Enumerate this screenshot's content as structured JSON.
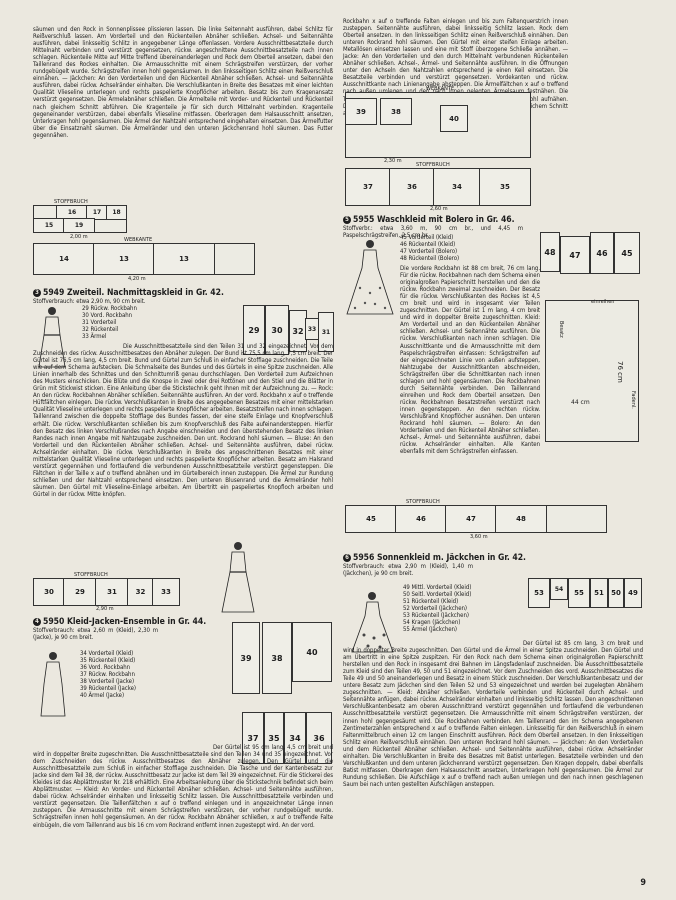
{
  "page_number": "9",
  "left_column": {
    "intro_text": "säumen und den Rock in Sonnenplissee plissieren lassen. Die linke Seitennaht ausführen, dabei Schlitz für Reißverschluß lassen. Am Vorderteil und den Rückenteilen Abnäher schließen. Achsel- und Seitennähte ausführen, dabei linksseitig Schlitz in angegebener Länge offenlassen. Vordere Ausschnittbesatzteile durch Mittelnaht verbinden und verstürzt gegensetzen, rückw. angeschnittene Ausschnittbesatzteile nach innen schlagen. Rückenteile Mitte auf Mitte treffend übereinanderlegen und Rock dem Oberteil ansetzen, dabei den Taillenrand des Rockes einhalten. Die Armausschnitte mit einem Schrägstreifen verstürzen, der vorher rundgebügelt wurde. Schrägstreifen innen hohl gegensäumen. In den linksseitigen Schlitz einen Reißverschluß einnähen. — Jäckchen: An den Vorderteilen und den Rückenteil Abnäher schließen. Achsel- und Seitennähte ausführen, dabei rückw. Achselränder einhalten. Die Verschlußkanten in Breite des Besatzes mit einer leichten Qualität Vlieseline unterlegen und rechts paspelierte Knopflöcher arbeiten. Besatz bis zum Kragenansatz verstürzt gegensetzen. Die Ärmelabnäher schließen. Die Ärmelteile mit Vorder- und Rückenteil und Rückenteil nach gleichem Schnitt abführen. Die Kragenteile je für sich durch Mittelnaht verbinden. Kragenteile gegeneinander verstürzen, dabei ebenfalls Vlieseline mitfassen. Oberkragen dem Halsausschnitt ansetzen, Unterkragen hohl gegensäumen. Die Ärmel der Nahtzahl entsprechend eingehalten einsetzen. Das Ärmelfutter über die Einsatznaht säumen. Die Ärmelränder und den unteren Jäckchenrand hohl säumen. Das Futter gegennähen.",
    "schema1": {
      "label_top": "STOFFBRUCH",
      "label_mid": "WEBKANTE",
      "width1": "2,00 m",
      "width2": "4,20 m",
      "pieces": [
        "16",
        "17",
        "18",
        "15",
        "19",
        "14",
        "13",
        "13"
      ]
    },
    "section3": {
      "number": "3",
      "title": "5949 Zweiteil. Nachmittagskleid in Gr. 42.",
      "consumption": "Stoffverbrauch: etwa 2,90 m, 90 cm breit.",
      "parts": [
        "29 Rückw. Rockbahn",
        "30 Vord. Rockbahn",
        "31 Vorderteil",
        "32 Rückenteil",
        "33 Ärmel"
      ],
      "pieces": [
        "29",
        "30",
        "32",
        "33",
        "31"
      ],
      "text": "Die Ausschnittbesatzteile sind den Teilen 31 und 32 eingezeichnet. Vor dem Zuschneiden des rückw. Ausschnittbesatzes den Abnäher zulegen. Der Bund ist 75,5 cm lang, 7,5 cm breit. Der Gürtel ist 76,5 cm lang, 4,5 cm breit. Bund und Gürtel zum Schluß in einfacher Stofflage zuschneiden. Die Teile wie auf dem Schema aufstecken. Die Schmalseite des Bundes und des Gürtels in eine Spitze zuschneiden. Alle Linien innerhalb des Schnittes und den Schnittumriß genau durchschlagen. Den Vorderteil zum Aufzeichnen des Musters einschicken. Die Blüte und die Knospe in zwei oder drei Rottönen und den Stiel und die Blätter in Grün mit Stickwist sticken. Eine Anleitung über die Stickstechnik geht Ihnen mit der Aufzeichnung zu. — Rock: An den rückw. Rockbahnen Abnäher schließen. Seitennähte ausführen. An der vord. Rockbahn x auf o treffende Hüftfältchen einlegen. Die rückw. Verschlußkanten in Breite des angegebenen Besatzes mit einer mittelstarken Qualität Vlieseline unterlegen und rechts paspelierte Knopflöcher arbeiten. Besatzstreifen nach innen schlagen. Taillenrand zwischen die doppelte Stofflage des Bundes fassen, der eine steife Einlage und Knopfverschluß erhält. Die rückw. Verschlußkanten schließen bis zum Knopfverschluß des Falte aufeinandersteppen. Hierfür den Besatz des linken Verschlußrandes nach Angabe einschneiden und den überstehenden Besatz des linken Randes nach innen Angabe mit Nahtzugabe zuschneiden. Den unt. Rockrand hohl säumen. — Bluse: An den Vorderteil und den Rückenteilen Abnäher schließen. Achsel- und Seitennähte ausführen, dabei rückw. Achselränder einhalten. Die rückw. Verschlußkanten in Breite des angeschnittenen Besatzes mit einer mittelstarken Qualität Vlieseline unterlegen und rechts paspelierte Knopflöcher arbeiten. Besatz am Halsrand verstürzt gegennähen und fortlaufend die verbundenen Ausschnittbesatzteile verstürzt gegensteppen. Die Fältchen in der Taille x auf o treffend abnähen und im Gürtelbereich innen zusteppen. Die Ärmel zur Rundung schließen und der Nahtzahl entsprechend einsetzen. Den unteren Blusenrand und die Ärmelränder hohl säumen. Den Gürtel mit Vlieseline-Einlage arbeiten. Am Übertritt ein paspeliertes Knopfloch arbeiten und Gürtel in der rückw. Mitte knöpfen.",
      "schema": {
        "label": "STOFFBRUCH",
        "width": "2,90 m",
        "pieces": [
          "30",
          "29",
          "31",
          "32",
          "33"
        ]
      }
    },
    "section4": {
      "number": "4",
      "title": "5950 Kleid-Jacken-Ensemble in Gr. 44.",
      "consumption": "Stoffverbrauch: etwa 2,60 m (Kleid), 2,30 m (Jacke), je 90 cm breit.",
      "parts": [
        "34 Vorderteil (Kleid)",
        "35 Rückenteil (Kleid)",
        "36 Vord. Rockbahn",
        "37 Rückw. Rockbahn",
        "38 Vorderteil (Jacke)",
        "39 Rückenteil (Jacke)",
        "40 Ärmel (Jacke)"
      ],
      "pieces": [
        "39",
        "38",
        "40",
        "37",
        "35",
        "34",
        "36"
      ],
      "text": "Der Gürtel ist 95 cm lang, 4,5 cm breit und wird in doppelter Breite zugeschnitten. Die Ausschnittbesatzteile sind den Teilen 34 und 35 eingezeichnet. Vor dem Zuschneiden des rückw. Ausschnittbesatzes den Abnäher zulegen. Den Gürtel und die Ausschnittbesatzteile zum Schluß in einfacher Stofflage zuschneiden. Die Tasche und der Kantenbesatz zur Jacke sind dem Teil 38, der rückw. Ausschnittbesatz zur Jacke ist dem Teil 39 eingezeichnet. Für die Stickerei des Kleides ist das Abplättmuster Nr. 218 erhältlich. Eine Arbeitsanleitung über die Stickstechnik befindet sich beim Abplättmuster. — Kleid: An Vorder- und Rückenteil Abnäher schließen. Achsel- und Seitennähte ausführen, dabei rückw. Achselränder einhalten und linksseitig Schlitz lassen. Die Ausschnittbesatzteile verbinden und verstürzt gegensetzen. Die Taillenfältchen x auf o treffend einlegen und in angezeichneter Länge innen zusteppen. Die Armausschnitte mit einem Schrägstreifen verstürzen, der vorher rundgebügelt wurde. Schrägstreifen innen hohl gegensäumen. An der rückw. Rockbahn Abnäher schließen, x auf o treffende Falte einbügeln, die vom Taillenrand aus bis 16 cm vom Rockrand entfernt innen zugesteppt wird. An der vord."
    }
  },
  "right_column": {
    "intro_text": "Rockbahn x auf o treffende Falten einlegen und bis zum Faltenquerstrich innen zusteppen. Seitennähte ausführen, dabei linksseitig Schlitz lassen. Rock dem Oberteil ansetzen. In den linksseitigen Schlitz einen Reißverschluß einnähen. Den unteren Rockrand hohl säumen. Den Gürtel mit einer steifen Einlage arbeiten. Metallösen einsetzen lassen und eine mit Stoff überzogene Schließe annähen. — Jacke: An den Vorderteilen und den durch Mittelnaht verbundenen Rückenteilen Abnäher schließen. Achsel-, Ärmel- und Seitennähte ausführen. In die Öffnungen unter den Achseln den Nahtzahlen entsprechend je einen Keil einsetzen. Die Besatzteile verbinden und verstürzt gegensetzen. Vordekanten und rückw. Ausschnittkante nach Linienangabe absteppen. Die Ärmelfältchen x auf o treffend nach außen umlegen und den nach innen gelegten Ärmelsaum festnähen. Die Taschen doppeln, nach Angabe absteppen und den Vorderteilen hohl aufnähen. Den unteren Jackenrand hohl säumen. Jacke nach Belieben nach gleichem Schnitt abfüttern.",
    "schema4": {
      "label_top": "WEBKANTE",
      "label_bottom": "STOFFBRUCH",
      "width1": "2,30 m",
      "width2": "2,60 m",
      "pieces": [
        "39",
        "38",
        "40",
        "37",
        "36",
        "34",
        "35"
      ]
    },
    "section5": {
      "number": "5",
      "title": "5955 Waschkleid mit Bolero in Gr. 46.",
      "consumption": "Stoffverbr.: etwa 3,60 m, 90 cm br., und 4,45 m Paspelschrägstreifen, 2,5 cm br.",
      "parts": [
        "45 Vorderteil (Kleid)",
        "46 Rückenteil (Kleid)",
        "47 Vorderteil (Bolero)",
        "48 Rückenteil (Bolero)"
      ],
      "pieces": [
        "48",
        "47",
        "46",
        "45"
      ],
      "diagram_labels": {
        "einreihen": "einreihen",
        "length": "76 cm",
        "width": "44 cm",
        "fadenl": "Fadenl.",
        "besatz": "Besatz"
      },
      "text": "Die vordere Rockbahn ist 88 cm breit, 76 cm lang. Für die rückw. Rockbahnen nach dem Schema einen originalgroßen Papierschnitt herstellen und den die rückw. Rockbahn zweimal zuschneiden. Der Besatz für die rückw. Verschlußkanten des Rockes ist 4,5 cm breit und wird in insgesamt vier Teilen zugeschnitten. Der Gürtel ist 1 m lang, 4 cm breit und wird in doppelter Breite zugeschnitten. Kleid: Am Vorderteil und an den Rückenteilen Abnäher schließen. Achsel- und Seitennähte ausführen. Die rückw. Verschlußkanten nach innen schlagen. Die Ausschnittkante und die Armausschnitte mit dem Paspelschrägstreifen einfassen: Schrägstreifen auf der eingezeichneten Linie von außen aufsteppen, Nahtzugabe der Ausschnittkanten abschneiden, Schrägstreifen über die Schnittkanten nach innen schlagen und hohl gegensäumen. Die Rockbahnen durch Seitennähte verbinden. Den Taillenrand einreihen und Rock dem Oberteil ansetzen. Den rückw. Rockbahnen Besatzstreifen verstürzt nach innen gegensteppen. An den rechten rückw. Verschlußrand Knopflöcher ausnähen. Den unteren Rockrand hohl säumen. — Bolero: An den Vorderteilen und den Rückenteil Abnäher schließen. Achsel-, Ärmel- und Seitennähte ausführen, dabei rückw. Achselränder einhalten. Alle Kanten ebenfalls mit dem Schrägstreifen einfassen.",
      "schema": {
        "label": "STOFFBRUCH",
        "width": "3,60 m",
        "pieces": [
          "45",
          "46",
          "47",
          "48"
        ]
      }
    },
    "section6": {
      "number": "6",
      "title": "5956 Sonnenkleid m. Jäckchen in Gr. 42.",
      "consumption": "Stoffverbrauch: etwa 2,90 m (Kleid), 1,40 m (Jäckchen), je 90 cm breit.",
      "parts": [
        "49 Mittl. Vorderteil (Kleid)",
        "50 Seitl. Vorderteil (Kleid)",
        "51 Rückenteil (Kleid)",
        "52 Vorderteil (Jäckchen)",
        "53 Rückenteil (Jäckchen)",
        "54 Kragen (Jäckchen)",
        "55 Ärmel (Jäckchen)"
      ],
      "pieces": [
        "53",
        "54",
        "55",
        "51",
        "50",
        "49"
      ],
      "text": "Der Gürtel ist 85 cm lang, 3 cm breit und wird in doppelter Breite zugeschnitten. Den Gürtel und die Ärmel in einer Spitze zuschneiden. Den Gürtel und am Übertritt in eine Spitze zuspitzen. Für den Rock nach dem Schema einen originalgroßen Papierschnitt herstellen und den Rock in insgesamt drei Bahnen im Längsfadenlauf zuschneiden. Die Ausschnittbesatzteile zum Kleid sind den Teilen 49, 50 und 51 eingezeichnet. Vor dem Zuschneiden des vord. Ausschnittbesatzes die Teile 49 und 50 aneinanderlegen und Besatz in einem Stück zuschneiden. Der Verschlußkantenbesatz und der untere Besatz zum Jäckchen sind den Teilen 52 und 53 eingezeichnet und werden bei zugelegten Abnähern zugeschnitten. — Kleid: Abnäher schließen. Vorderteile verbinden und Rückenteil durch Achsel- und Seitennähte anfügen, dabei rückw. Achselränder einhalten und linksseitig Schlitz lassen. Den angeschnittenen Verschlußkantenbesatz am oberen Ausschnittrand verstürzt gegennähen und fortlaufend die verbundenen Ausschnittbesatzteile verstürzt gegensetzen. Die Armausschnitte mit einem Schrägstreifen verstürzen, der innen hohl gegengesäumt wird. Die Rockbahnen verbinden. Am Taillenrand den im Schema angegebenen Zentimeterzahlen entsprechend x auf o treffende Falten einlegen. Linksseitig für den Reißverschluß in einem Faltenmittelbruch einen 12 cm langen Einschnitt ausführen. Rock dem Oberteil ansetzen. In den linksseitigen Schlitz einen Reißverschluß einnähen. Den unteren Rockrand hohl säumen. — Jäckchen: An den Vorderteilen und dem Rückenteil Abnäher schließen. Achsel- und Seitennähte ausführen, dabei rückw. Achselränder einhalten. Die Verschlußkanten in Breite des Besatzes mit Batist unterlegen. Besatzteile verbinden und den Verschlußkanten und dem unteren Jäckchenrand verstürzt gegensetzen. Den Kragen doppeln, dabei ebenfalls Batist mitfassen. Oberkragen dem Halsausschnitt ansetzen, Unterkragen hohl gegensäumen. Die Ärmel zur Rundung schließen. Die Aufschläge x auf o treffend nach außen umlegen und den nach innen geschlagenen Saum bei nach unten gestellten Aufschlägen ansteppen."
    }
  }
}
